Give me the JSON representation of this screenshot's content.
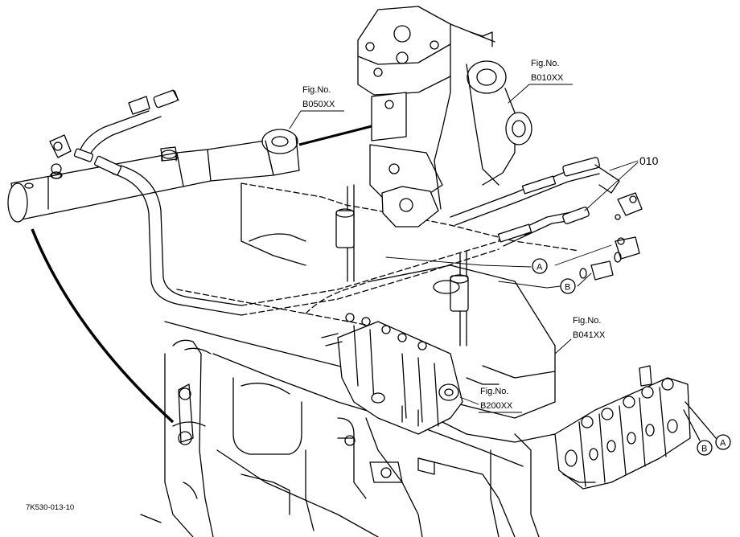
{
  "callouts": {
    "b050": {
      "line1": "Fig.No.",
      "line2": "B050XX"
    },
    "b010": {
      "line1": "Fig.No.",
      "line2": "B010XX"
    },
    "b041": {
      "line1": "Fig.No.",
      "line2": "B041XX"
    },
    "b200": {
      "line1": "Fig.No.",
      "line2": "B200XX"
    }
  },
  "part_number": "010",
  "markers": {
    "a": "A",
    "b": "B"
  },
  "drawing_code": "7K530-013-10"
}
